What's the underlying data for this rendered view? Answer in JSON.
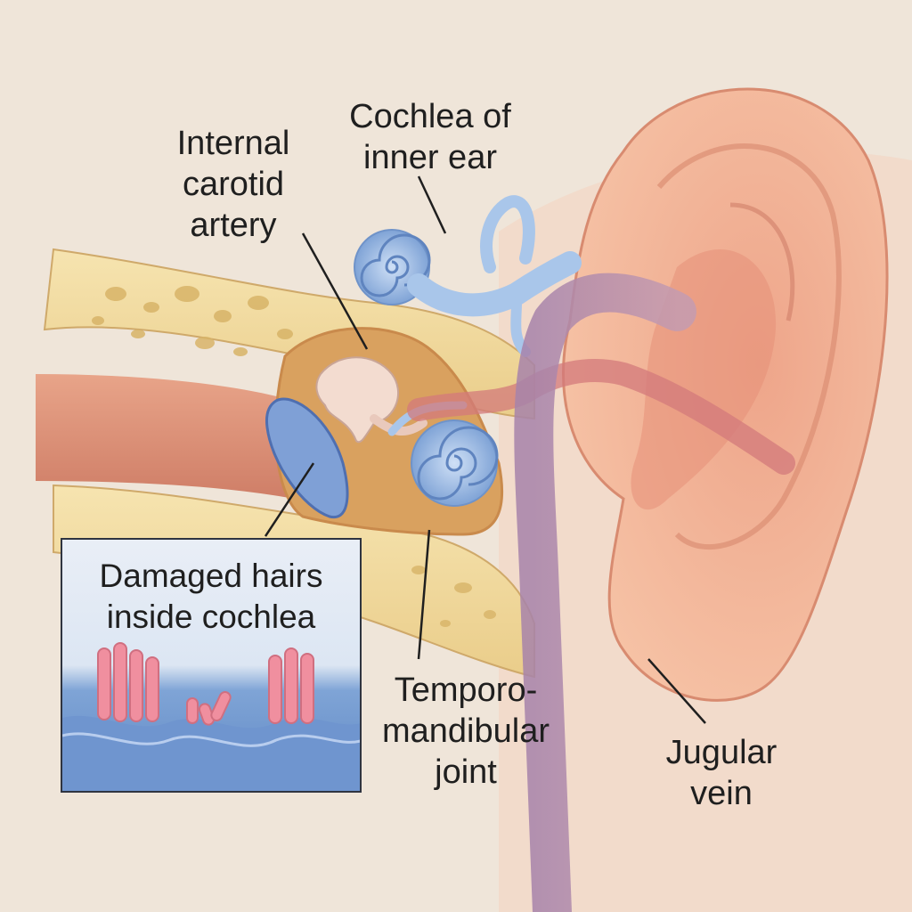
{
  "labels": {
    "cochlea_inner_ear": [
      "Cochlea of",
      "inner ear"
    ],
    "internal_carotid": [
      "Internal",
      "carotid",
      "artery"
    ],
    "temporomandibular": [
      "Temporo-",
      "mandibular",
      "joint"
    ],
    "jugular": [
      "Jugular",
      "vein"
    ]
  },
  "inset": {
    "title": [
      "Damaged hairs",
      "inside cochlea"
    ]
  },
  "colors": {
    "background": "#efe5d9",
    "skin": "#f2b596",
    "bone": "#f3dfa6",
    "cochlea": "#a9c6ea",
    "artery": "#d47a7a",
    "vein": "#9d7aa5",
    "hair_cells": "#f08f9f"
  }
}
